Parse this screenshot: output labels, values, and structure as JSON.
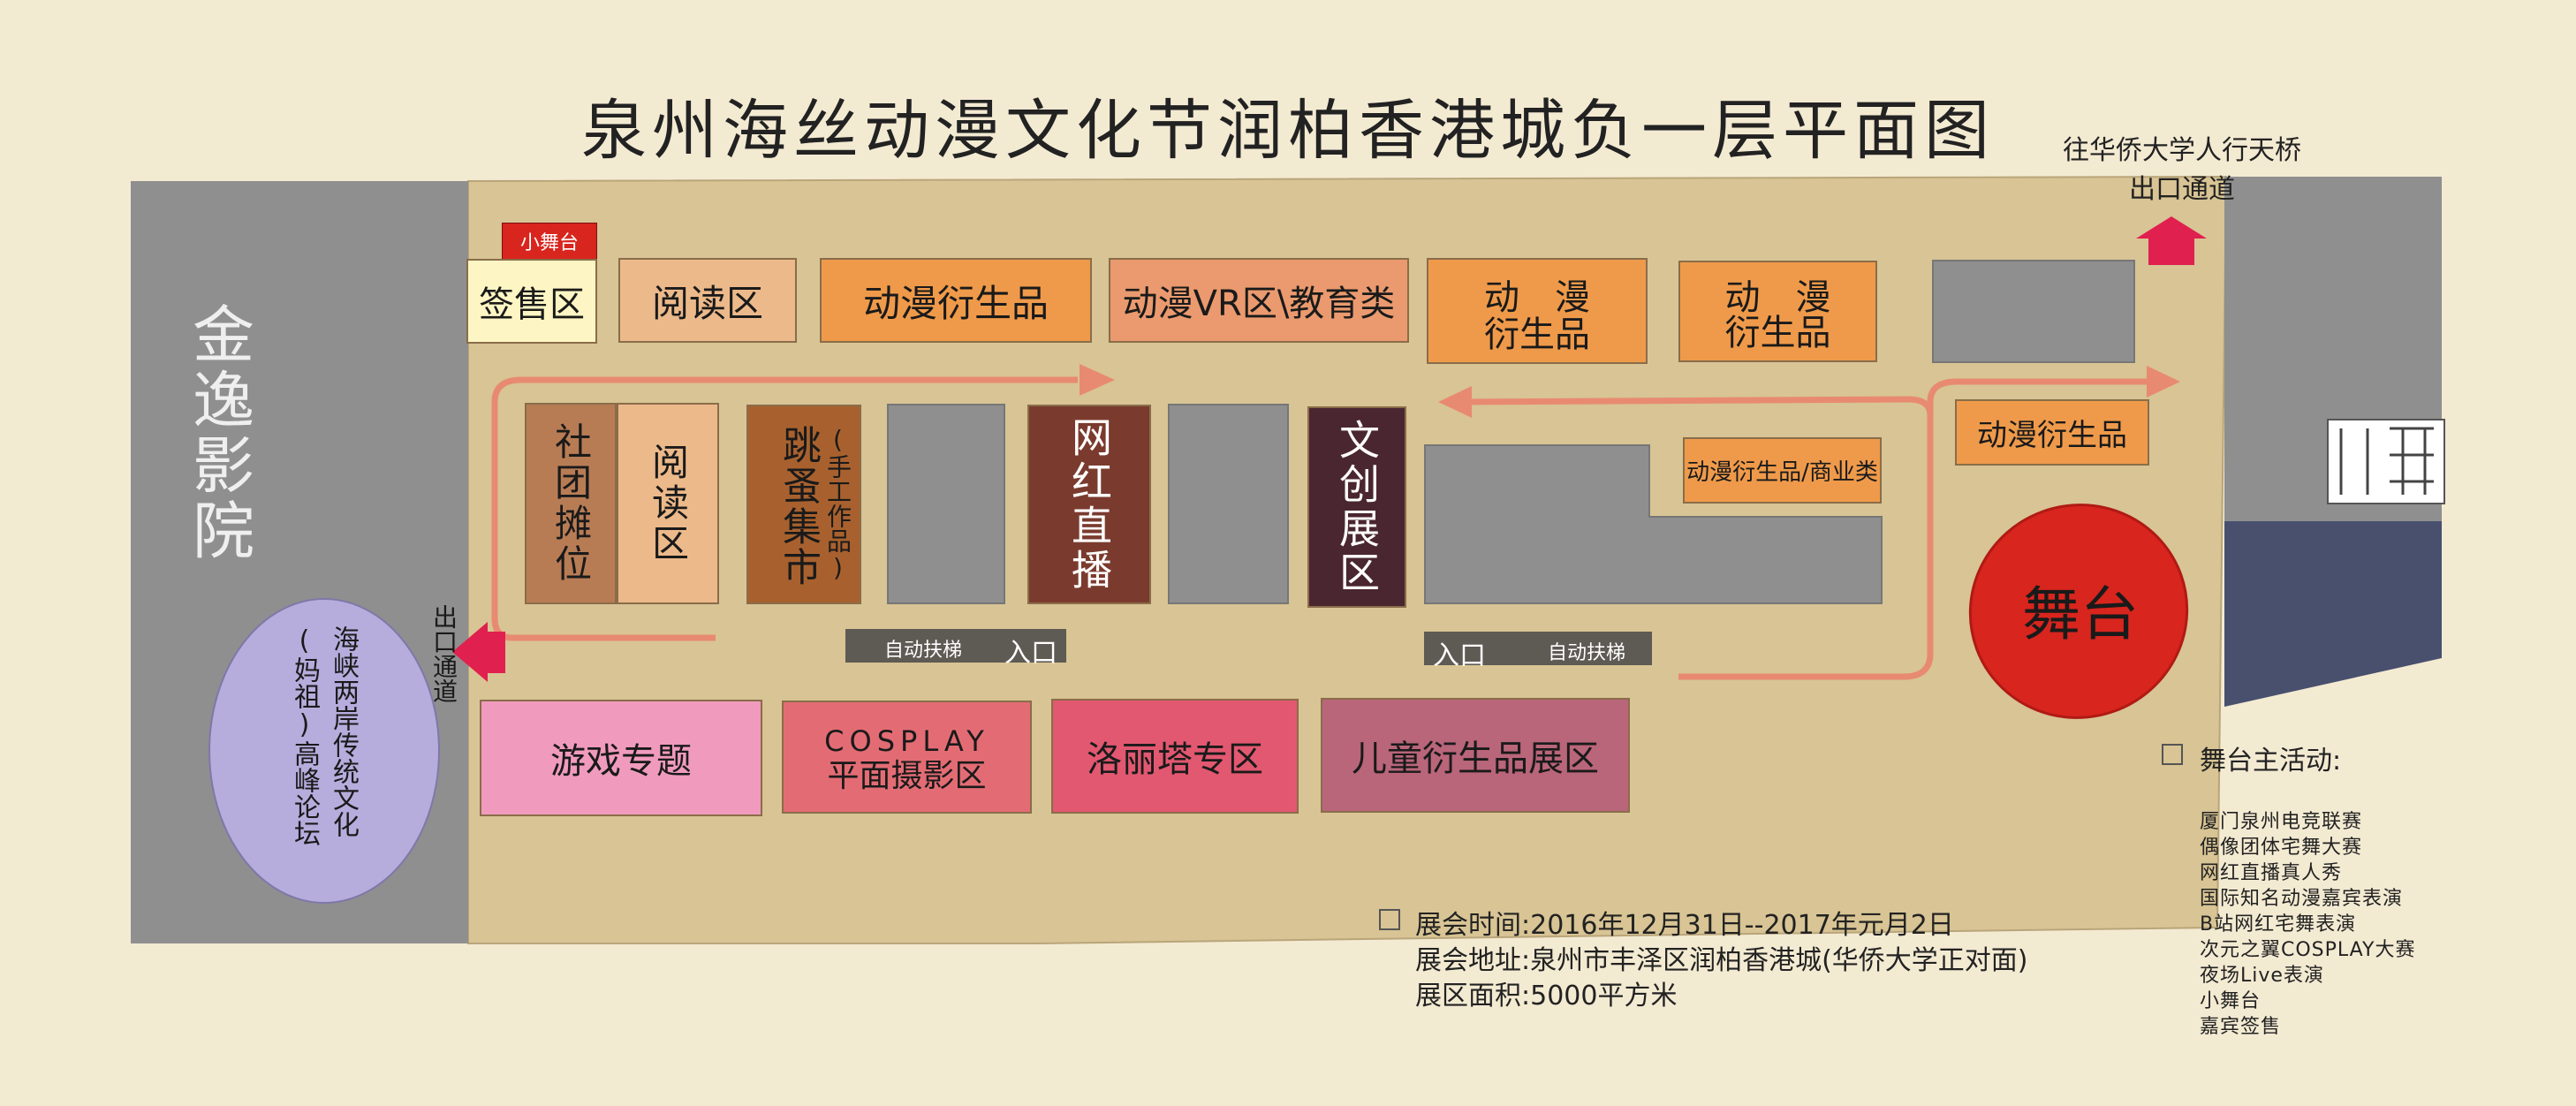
{
  "title": "泉州海丝动漫文化节润柏香港城负一层平面图",
  "colors": {
    "background": "#f3ead2",
    "floor": "#d8c494",
    "gray_block": "#8f8f8f",
    "orange": "#ef9a4a",
    "peach": "#ecb98a",
    "brown": "#a8612e",
    "dark_red_brown": "#7a3b2e",
    "dark_plum": "#4a2630",
    "pink": "#f09bbd",
    "salmon": "#e36c74",
    "rose": "#e25870",
    "mauve": "#b9657a",
    "stage_red": "#d8251d",
    "lavender": "#b6addd",
    "navy": "#48506e",
    "arrow_red": "#e0204f",
    "route": "#e88a72"
  },
  "cinema": "金逸影院",
  "forum": {
    "line1": "海峡两岸传统文化",
    "line2": "(妈祖)高峰论坛"
  },
  "exit_left": "出口通道",
  "exit_top": {
    "line1": "往华侨大学人行天桥",
    "line2": "出口通道"
  },
  "small_stage": "小舞台",
  "stage": "舞台",
  "zones": {
    "ticket": "签售区",
    "reading_top": "阅读区",
    "merch_1": "动漫衍生品",
    "vr_edu": "动漫VR区\\教育类",
    "merch_2_line1": "动　漫",
    "merch_2_line2": "衍生品",
    "merch_3_line1": "动　漫",
    "merch_3_line2": "衍生品",
    "merch_right": "动漫衍生品",
    "merch_commercial": "动漫衍生品/商业类",
    "clubs": "社团摊位",
    "reading_mid": "阅读区",
    "flea": "跳蚤集市",
    "flea_note": "(手工作品)",
    "live": "网红直播",
    "culture": "文创展区",
    "games": "游戏专题",
    "cosplay_line1": "COSPLAY",
    "cosplay_line2": "平面摄影区",
    "lolita": "洛丽塔专区",
    "kids": "儿童衍生品展区"
  },
  "escalator_left": {
    "label": "自动扶梯",
    "entrance": "入口"
  },
  "escalator_right": {
    "label": "自动扶梯",
    "entrance": "入口"
  },
  "info": {
    "time": "展会时间:2016年12月31日--2017年元月2日",
    "address": "展会地址:泉州市丰泽区润柏香港城(华侨大学正对面)",
    "area": "展区面积:5000平方米"
  },
  "activities": {
    "heading": "舞台主活动:",
    "items": [
      "厦门泉州电竞联赛",
      "偶像团体宅舞大赛",
      "网红直播真人秀",
      "国际知名动漫嘉宾表演",
      "B站网红宅舞表演",
      "次元之翼COSPLAY大赛",
      "夜场Live表演",
      "小舞台",
      "嘉宾签售"
    ]
  }
}
